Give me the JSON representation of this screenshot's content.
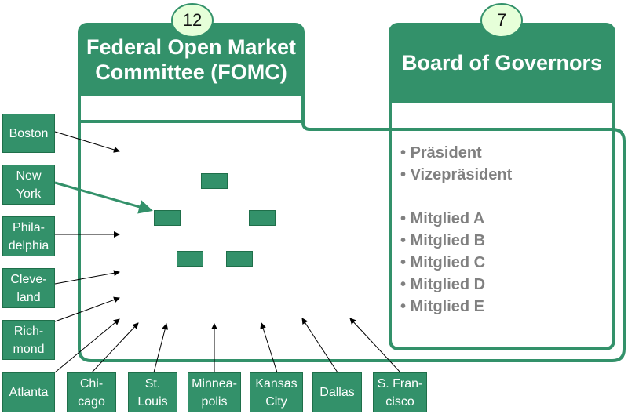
{
  "fomc": {
    "count": "12",
    "title_line1": "Federal Open Market",
    "title_line2": "Committee (FOMC)"
  },
  "board": {
    "count": "7",
    "title": "Board of Governors",
    "members": [
      "Präsident",
      "Vizepräsident",
      "Mitglied A",
      "Mitglied B",
      "Mitglied C",
      "Mitglied D",
      "Mitglied E"
    ]
  },
  "banks": [
    {
      "line1": "Boston",
      "line2": ""
    },
    {
      "line1": "New",
      "line2": "York"
    },
    {
      "line1": "Phila-",
      "line2": "delphia"
    },
    {
      "line1": "Cleve-",
      "line2": "land"
    },
    {
      "line1": "Rich-",
      "line2": "mond"
    },
    {
      "line1": "Atlanta",
      "line2": ""
    },
    {
      "line1": "Chi-",
      "line2": "cago"
    },
    {
      "line1": "St.",
      "line2": "Louis"
    },
    {
      "line1": "Minnea-",
      "line2": "polis"
    },
    {
      "line1": "Kansas",
      "line2": "City"
    },
    {
      "line1": "Dallas",
      "line2": ""
    },
    {
      "line1": "S. Fran-",
      "line2": "cisco"
    }
  ],
  "colors": {
    "accent": "#33916a",
    "badge_fill": "#e6ffd9",
    "member_text": "#808080"
  }
}
